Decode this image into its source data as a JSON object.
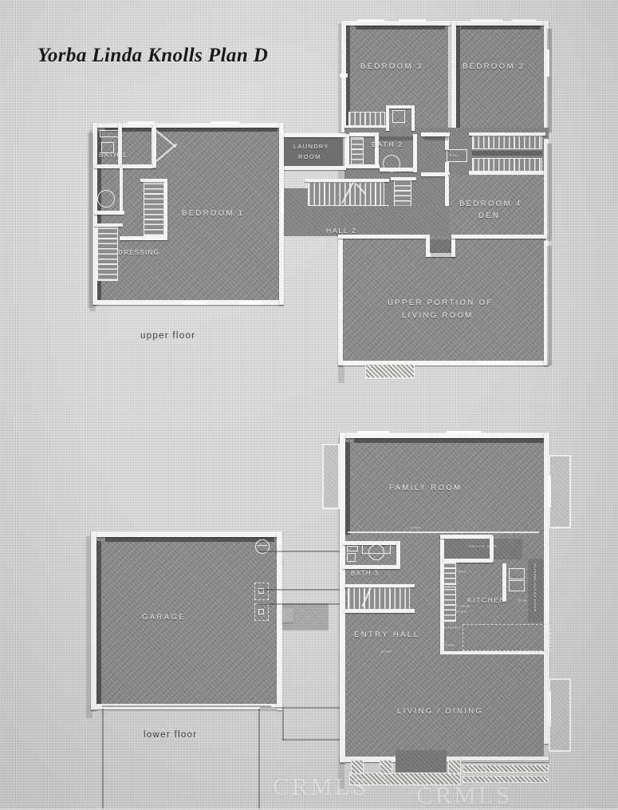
{
  "document": {
    "title": "Yorba Linda Knolls Plan D",
    "type": "architectural-floor-plan-scan"
  },
  "floors": [
    {
      "id": "upper",
      "caption": "upper floor"
    },
    {
      "id": "lower",
      "caption": "lower floor"
    }
  ],
  "upper_floor": {
    "caption": "upper floor",
    "rooms": [
      {
        "name": "BATH 1",
        "label": "BATH  1"
      },
      {
        "name": "DRESSING",
        "label": "DRESSING"
      },
      {
        "name": "BEDROOM 1",
        "label": "BEDROOM   1"
      },
      {
        "name": "LAUNDRY ROOM",
        "label_line1": "LAUNDRY",
        "label_line2": "ROOM"
      },
      {
        "name": "BATH 2",
        "label": "BATH  2"
      },
      {
        "name": "BEDROOM 3",
        "label": "BEDROOM   3"
      },
      {
        "name": "BEDROOM 2",
        "label": "BEDROOM   2"
      },
      {
        "name": "BEDROOM 4 DEN",
        "label_line1": "BEDROOM  4",
        "label_line2": "DEN"
      },
      {
        "name": "HALL 2",
        "label": "HALL  2"
      },
      {
        "name": "UPPER PORTION OF LIVING ROOM",
        "label_line1": "UPPER PORTION OF",
        "label_line2": "LIVING ROOM"
      }
    ],
    "annotations": [
      {
        "name": "fau-closet",
        "label": "FAU"
      }
    ]
  },
  "lower_floor": {
    "caption": "lower floor",
    "rooms": [
      {
        "name": "GARAGE",
        "label": "GARAGE"
      },
      {
        "name": "FAMILY ROOM",
        "label": "FAMILY        ROOM"
      },
      {
        "name": "BATH 3",
        "label": "BATH  3"
      },
      {
        "name": "KITCHEN",
        "label": "KITCHEN"
      },
      {
        "name": "ENTRY HALL",
        "label": "ENTRY    HALL"
      },
      {
        "name": "LIVING / DINING",
        "label": "LIVING / DINING"
      }
    ],
    "annotations": [
      {
        "name": "step-family",
        "label": "STEP"
      },
      {
        "name": "step-entry",
        "label": "STEP"
      },
      {
        "name": "refrigerator",
        "label": "REF"
      },
      {
        "name": "range-oven-1",
        "label": "RANGE"
      },
      {
        "name": "range-oven-2",
        "label": "OVEN"
      },
      {
        "name": "pantry",
        "label": "PANTRY"
      },
      {
        "name": "sink-kitchen",
        "label": "SINK"
      },
      {
        "name": "dishwasher",
        "label": "D.W."
      },
      {
        "name": "snack-bar",
        "label": "SNACK BAR"
      },
      {
        "name": "sliding-glass-door",
        "label": "SLIDING GLASS DOOR"
      }
    ]
  },
  "watermarks": [
    {
      "name": "watermark-left",
      "text": "CRMLS"
    },
    {
      "name": "watermark-right",
      "text": "CRMLS"
    }
  ],
  "colors": {
    "paper_background": "#d4d4d4",
    "room_fill": "#8c8c8c",
    "room_fill_dark": "#7b7b7b",
    "wall": "#f4f4f2",
    "patio_fill": "#c6c6c6",
    "label_text": "#f3f3f1",
    "caption_text": "#3a3a3c",
    "title_text": "#18181a"
  }
}
